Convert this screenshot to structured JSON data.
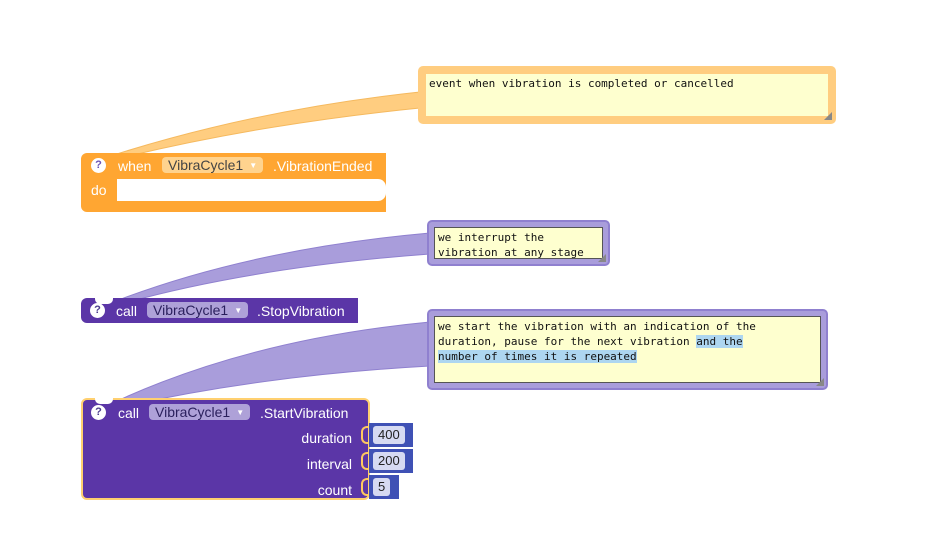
{
  "comments": {
    "vibration_ended": "event when vibration is completed or cancelled",
    "stop": "we interrupt the\nvibration at any stage",
    "start_plain": "we start the vibration with an indication of the\nduration, pause for the next vibration ",
    "start_selected_1": "and the",
    "start_selected_2": "number of times it is repeated"
  },
  "event_block": {
    "when_label": "when",
    "component": "VibraCycle1",
    "event": ".VibrationEnded",
    "do_label": "do"
  },
  "stop_block": {
    "call_label": "call",
    "component": "VibraCycle1",
    "method": ".StopVibration"
  },
  "start_block": {
    "call_label": "call",
    "component": "VibraCycle1",
    "method": ".StartVibration",
    "params": [
      {
        "label": "duration",
        "value": "400"
      },
      {
        "label": "interval",
        "value": "200"
      },
      {
        "label": "count",
        "value": "5"
      }
    ]
  },
  "icons": {
    "help": "?",
    "dropdown": "▼"
  },
  "colors": {
    "event_block": "#ffa632",
    "method_block": "#5b36a7",
    "number_block": "#3f51b5",
    "comment_bg": "#feffcf"
  }
}
